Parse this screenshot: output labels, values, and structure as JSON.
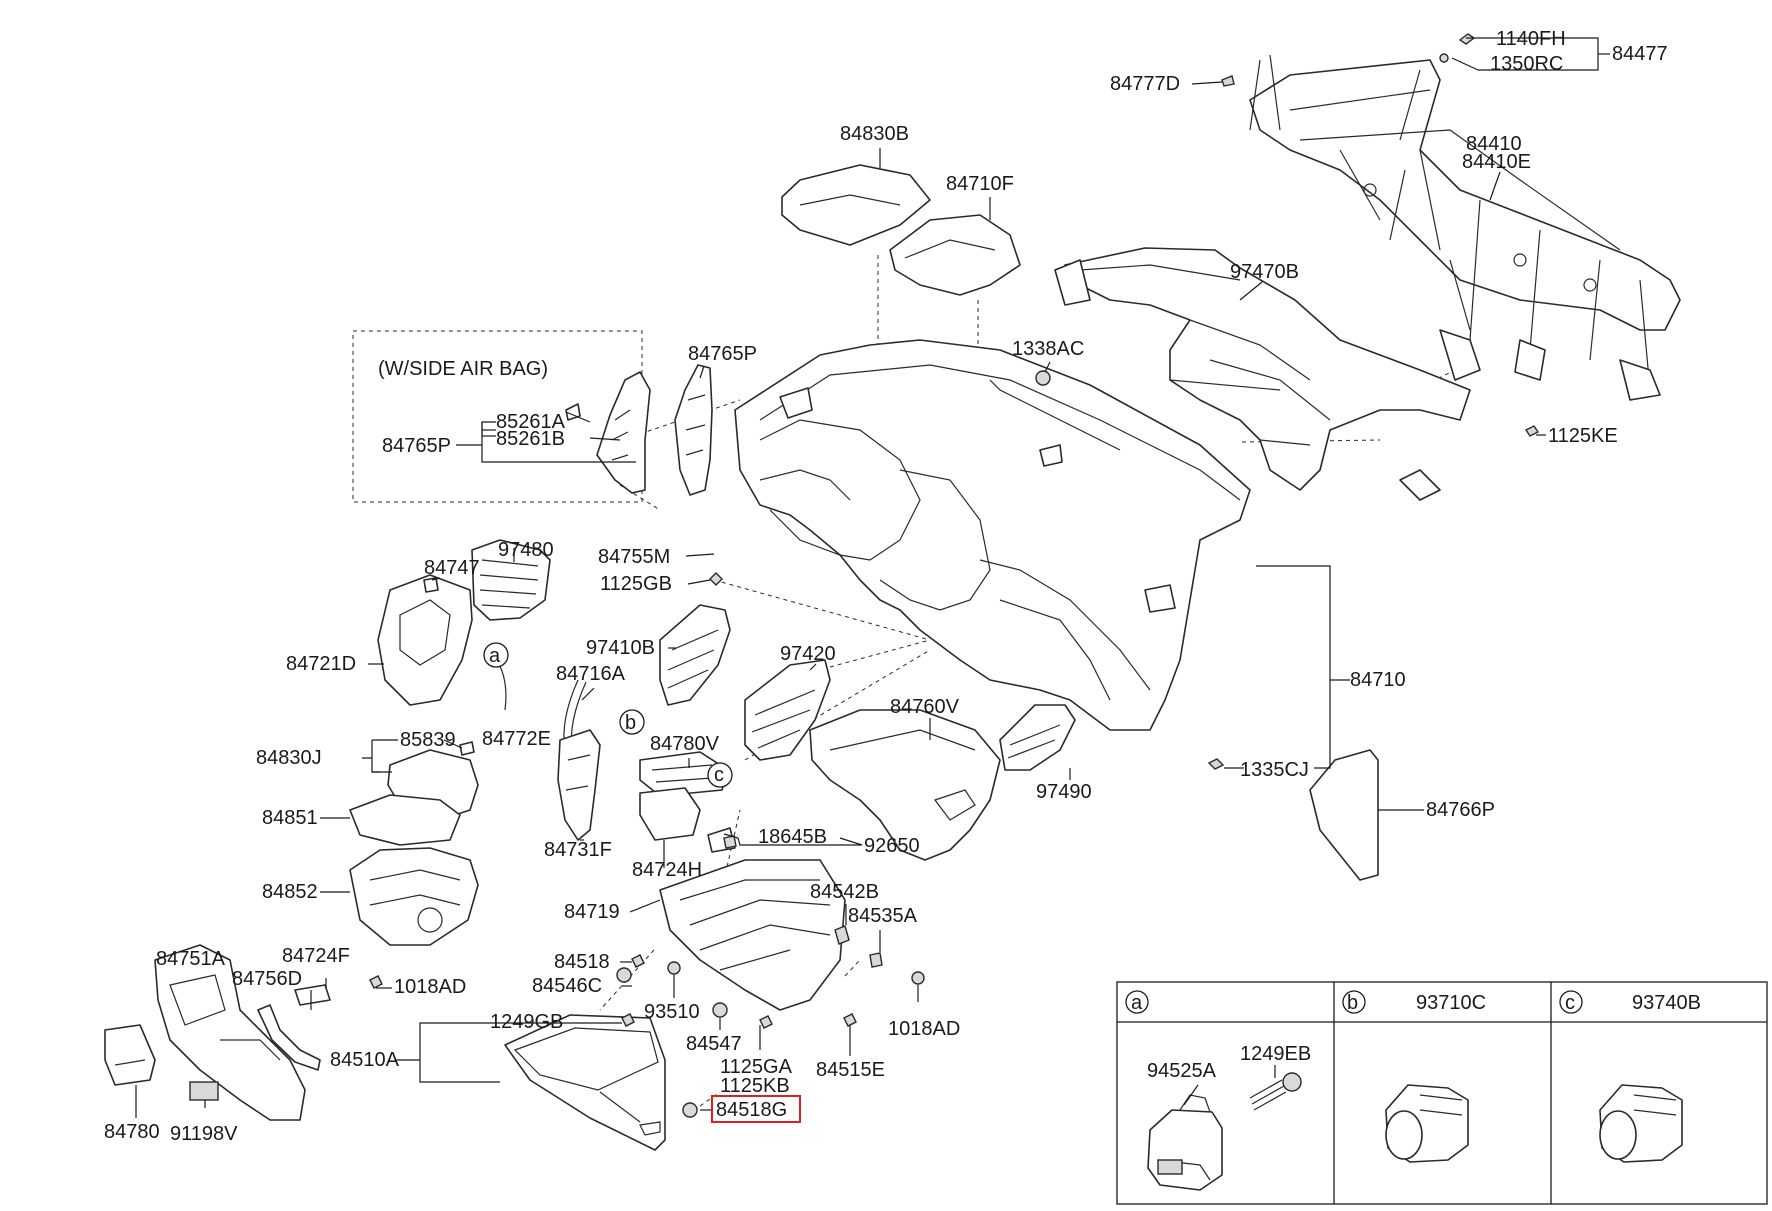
{
  "diagram": {
    "side_airbag_note": "(W/SIDE AIR BAG)",
    "highlighted_part": "84518G",
    "highlight_color": "#e02020",
    "labels": {
      "p1140FH": "1140FH",
      "p1350RC": "1350RC",
      "p84477": "84477",
      "p84777D": "84777D",
      "p84830B": "84830B",
      "p84710F": "84710F",
      "p84410": "84410",
      "p84410E": "84410E",
      "p97470B": "97470B",
      "p1338AC": "1338AC",
      "p1125KE": "1125KE",
      "p84765P_top": "84765P",
      "p85261A": "85261A",
      "p85261B": "85261B",
      "p84765P_box": "84765P",
      "p97480": "97480",
      "p84747": "84747",
      "p84755M": "84755M",
      "p1125GB": "1125GB",
      "p97410B": "97410B",
      "p84721D": "84721D",
      "p84716A": "84716A",
      "p84772E": "84772E",
      "p97420": "97420",
      "p84710": "84710",
      "p84760V": "84760V",
      "p84780V": "84780V",
      "p84830J": "84830J",
      "p85839": "85839",
      "p84851": "84851",
      "p84731F": "84731F",
      "p97490": "97490",
      "p1335CJ": "1335CJ",
      "p84766P": "84766P",
      "p18645B": "18645B",
      "p92650": "92650",
      "p84724H": "84724H",
      "p84852": "84852",
      "p84719": "84719",
      "p84542B": "84542B",
      "p84535A": "84535A",
      "p84518": "84518",
      "p84751A": "84751A",
      "p84724F": "84724F",
      "p84546C": "84546C",
      "p84756D": "84756D",
      "p1018AD_left": "1018AD",
      "p93510": "93510",
      "p1018AD_right": "1018AD",
      "p1249GB": "1249GB",
      "p84510A": "84510A",
      "p84547": "84547",
      "p1125GA": "1125GA",
      "p84515E": "84515E",
      "p1125KB": "1125KB",
      "p84518G": "84518G",
      "p84780": "84780",
      "p91198V": "91198V"
    },
    "callouts": {
      "a": "a",
      "b": "b",
      "c": "c"
    },
    "legend": {
      "col_a_mark": "a",
      "col_b_mark": "b",
      "col_b_part": "93710C",
      "col_c_mark": "c",
      "col_c_part": "93740B",
      "a_part1": "94525A",
      "a_part2": "1249EB"
    }
  }
}
